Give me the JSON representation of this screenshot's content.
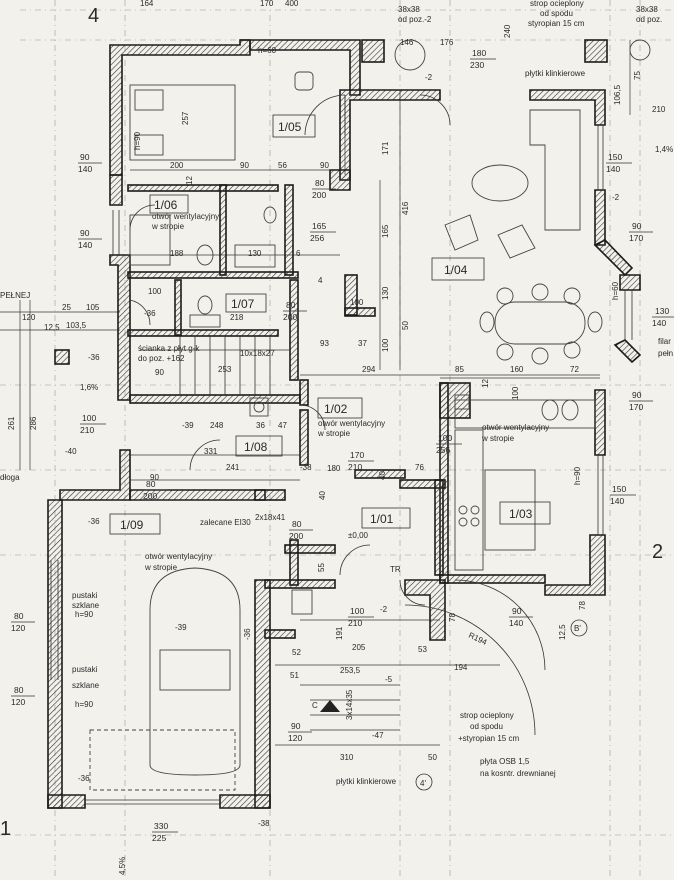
{
  "grid_labels": {
    "top_left": "4",
    "right": "2",
    "bottom_left": "1"
  },
  "rooms": [
    {
      "id": "room-1-05",
      "label": "1/05"
    },
    {
      "id": "room-1-06",
      "label": "1/06"
    },
    {
      "id": "room-1-07",
      "label": "1/07"
    },
    {
      "id": "room-1-08",
      "label": "1/08"
    },
    {
      "id": "room-1-09",
      "label": "1/09"
    },
    {
      "id": "room-1-04",
      "label": "1/04"
    },
    {
      "id": "room-1-02",
      "label": "1/02"
    },
    {
      "id": "room-1-01",
      "label": "1/01"
    },
    {
      "id": "room-1-03",
      "label": "1/03"
    }
  ],
  "notes": {
    "vent1": "otwór wentylacyjny",
    "vent1b": "w stropie",
    "vent2": "otwór wentylacyjny",
    "vent2b": "w stropie",
    "vent3": "otwór wentylacyjny",
    "vent3b": "w stropie",
    "vent4": "otwór wentylacyjny",
    "vent4b": "w stropie",
    "wall_note1": "ścianka z płyt g-k",
    "wall_note2": "do poz. +162",
    "stairs": "10x18x27",
    "door_note": "zalecane EI30",
    "door_size": "2x18x41",
    "level": "±0,00",
    "glass1": "pustaki",
    "glass1b": "szklane",
    "glass1c": "h=90",
    "glass2": "pustaki",
    "glass2b": "szklane",
    "glass2c": "h=90",
    "clinker_top": "płytki klinkierowe",
    "clinker_bottom": "płytki klinkierowe",
    "ceiling1": "strop ocieplony",
    "ceiling2": "od spodu",
    "ceiling3": "+styropian 15 cm",
    "osb1": "płyta OSB 1,5",
    "osb2": "na kosntr. drewnianej",
    "top_note1": "strop ocieplony",
    "top_note2": "od spodu",
    "top_note3": "styropian 15 cm",
    "top_post": "38x38",
    "top_post2": "od poz.-2",
    "top_post_r": "38x38",
    "top_post_r2": "od poz.",
    "pelnej": "PEŁNEJ",
    "radius": "R194",
    "tr": "TR",
    "slope1": "1,6%",
    "slope2": "1,4%",
    "slope3": "4,5%",
    "filar": "filar",
    "petne": "pełn",
    "podloga": "dłoga",
    "stairs_c": "C",
    "stairs_d": "3x14x35",
    "marker_b": "B'",
    "marker_4": "4'"
  },
  "openings": [
    {
      "id": "op-90-140-a",
      "w": "90",
      "h": "140"
    },
    {
      "id": "op-90-140-b",
      "w": "90",
      "h": "140"
    },
    {
      "id": "op-80-200-a",
      "w": "80",
      "h": "200"
    },
    {
      "id": "op-80-200-b",
      "w": "80",
      "h": "200"
    },
    {
      "id": "op-80-200-c",
      "w": "80",
      "h": "200"
    },
    {
      "id": "op-80-200-d",
      "w": "80",
      "h": "200"
    },
    {
      "id": "op-100-210-a",
      "w": "100",
      "h": "210"
    },
    {
      "id": "op-100-210-b",
      "w": "100",
      "h": "210"
    },
    {
      "id": "op-80-120-a",
      "w": "80",
      "h": "120"
    },
    {
      "id": "op-80-120-b",
      "w": "80",
      "h": "120"
    },
    {
      "id": "op-90-120",
      "w": "90",
      "h": "120"
    },
    {
      "id": "op-330-225",
      "w": "330",
      "h": "225"
    },
    {
      "id": "op-180-230",
      "w": "180",
      "h": "230"
    },
    {
      "id": "op-150-140-a",
      "w": "150",
      "h": "140"
    },
    {
      "id": "op-150-140-b",
      "w": "150",
      "h": "140"
    },
    {
      "id": "op-90-170-a",
      "w": "90",
      "h": "170"
    },
    {
      "id": "op-90-170-b",
      "w": "90",
      "h": "170"
    },
    {
      "id": "op-170-210",
      "w": "170",
      "h": "210"
    },
    {
      "id": "op-165-256",
      "w": "165",
      "h": "256"
    },
    {
      "id": "op-100-256",
      "w": "100",
      "h": "256"
    },
    {
      "id": "op-90-140-c",
      "w": "90",
      "h": "140"
    },
    {
      "id": "op-130-140",
      "w": "130",
      "h": "140"
    }
  ],
  "dims": {
    "d_257": "257",
    "d_200": "200",
    "d_90a": "90",
    "d_56": "56",
    "d_90b": "90",
    "d_171": "171",
    "d_416": "416",
    "d_165": "165",
    "d_100a": "100",
    "d_130": "130",
    "d_50": "50",
    "d_294": "294",
    "d_85": "85",
    "d_160": "160",
    "d_72": "72",
    "d_12a": "12",
    "d_100b": "100",
    "d_188": "188",
    "d_130b": "130",
    "d_6": "6",
    "d_100c": "100",
    "d_218": "218",
    "d_4": "4",
    "d_36a": "-36",
    "d_36b": "-36",
    "d_253": "253",
    "d_248": "248",
    "d_331": "331",
    "d_241": "241",
    "d_39a": "-39",
    "d_36c": "36",
    "d_47": "47",
    "d_180": "180",
    "d_38a": "-38",
    "d_40a": "40",
    "d_76": "76",
    "d_39b": "-39",
    "d_36d": "-36",
    "d_36e": "-36",
    "d_36f": "-36",
    "d_38b": "-38",
    "d_40b": "-40",
    "d_55": "55",
    "d_52": "52",
    "d_51": "51",
    "d_2535": "253,5",
    "d_194": "194",
    "d_191": "191",
    "d_205": "205",
    "d_53": "53",
    "d_310": "310",
    "d_47b": "-47",
    "d_50b": "50",
    "d_5": "-5",
    "d_2a": "-2",
    "d_2b": "-2",
    "d_2c": "-2",
    "d_60a": "h=60",
    "d_90h": "h=90",
    "d_25": "25",
    "d_105": "105",
    "d_1035": "103,5",
    "d_125": "12,5",
    "d_261": "261",
    "d_286": "286",
    "d_1065": "106,5",
    "d_75": "75",
    "d_210": "210",
    "d_78": "78",
    "d_125b": "12,5",
    "d_78b": "78",
    "d_93": "93",
    "d_37": "37",
    "d_240": "240",
    "d_164": "164",
    "d_170": "170",
    "d_400": "400",
    "d_146": "146",
    "d_176": "176",
    "d_90c": "90",
    "d_60b": "h=60",
    "d_62": "h=90",
    "d_100d": "100",
    "d_40c": "40",
    "d_12b": "12",
    "d_90d": "90",
    "d_120": "120"
  },
  "colors": {
    "wall": "#1c1c1c",
    "paper": "#f3f1ec",
    "line": "#3a3a3a"
  }
}
